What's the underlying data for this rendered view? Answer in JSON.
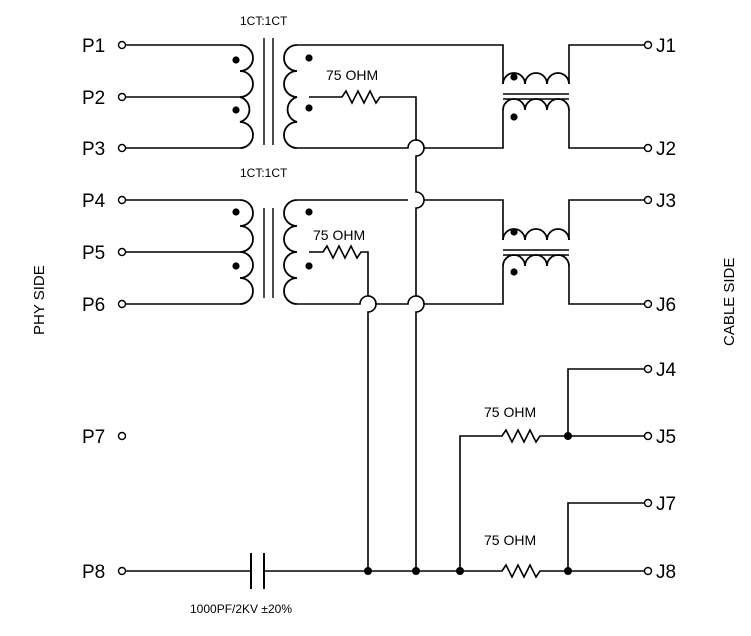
{
  "labels": {
    "phy_side": "PHY SIDE",
    "cable_side": "CABLE SIDE",
    "transformer_ratio_1": "1CT:1CT",
    "transformer_ratio_2": "1CT:1CT",
    "resistor_1": "75 OHM",
    "resistor_2": "75 OHM",
    "resistor_3": "75 OHM",
    "resistor_4": "75 OHM",
    "capacitor": "1000PF/2KV ±20%"
  },
  "pins": {
    "p1": "P1",
    "p2": "P2",
    "p3": "P3",
    "p4": "P4",
    "p5": "P5",
    "p6": "P6",
    "p7": "P7",
    "p8": "P8",
    "j1": "J1",
    "j2": "J2",
    "j3": "J3",
    "j4": "J4",
    "j5": "J5",
    "j6": "J6",
    "j7": "J7",
    "j8": "J8"
  }
}
